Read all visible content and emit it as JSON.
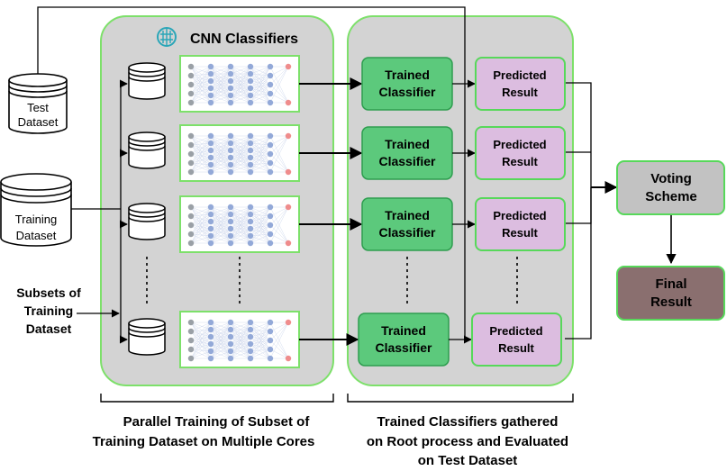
{
  "header": {
    "title": "CNN Classifiers",
    "title_icon": "brain-circuit-icon"
  },
  "datasets": {
    "test": [
      "Test",
      "Dataset"
    ],
    "training": [
      "Training",
      "Dataset"
    ],
    "subsets": [
      "Subsets of",
      "Training",
      "Dataset"
    ]
  },
  "classifier_label": [
    "Trained",
    "Classifier"
  ],
  "result_label": [
    "Predicted",
    "Result"
  ],
  "voting": [
    "Voting",
    "Scheme"
  ],
  "final": [
    "Final",
    "Result"
  ],
  "captions": {
    "left": [
      "Parallel Training of Subset of",
      "Training Dataset on Multiple Cores"
    ],
    "right": [
      "Trained Classifiers gathered",
      "on Root process and Evaluated",
      "on Test Dataset"
    ]
  },
  "colors": {
    "panel_fill": "#d3d3d3",
    "panel_border": "#7de06a",
    "classifier_fill": "#5cc97c",
    "classifier_border": "#2e9e4f",
    "result_fill": "#dcbde0",
    "result_border": "#57d85a",
    "voting_fill": "#c2c2c2",
    "final_fill": "#8a6f6f"
  }
}
